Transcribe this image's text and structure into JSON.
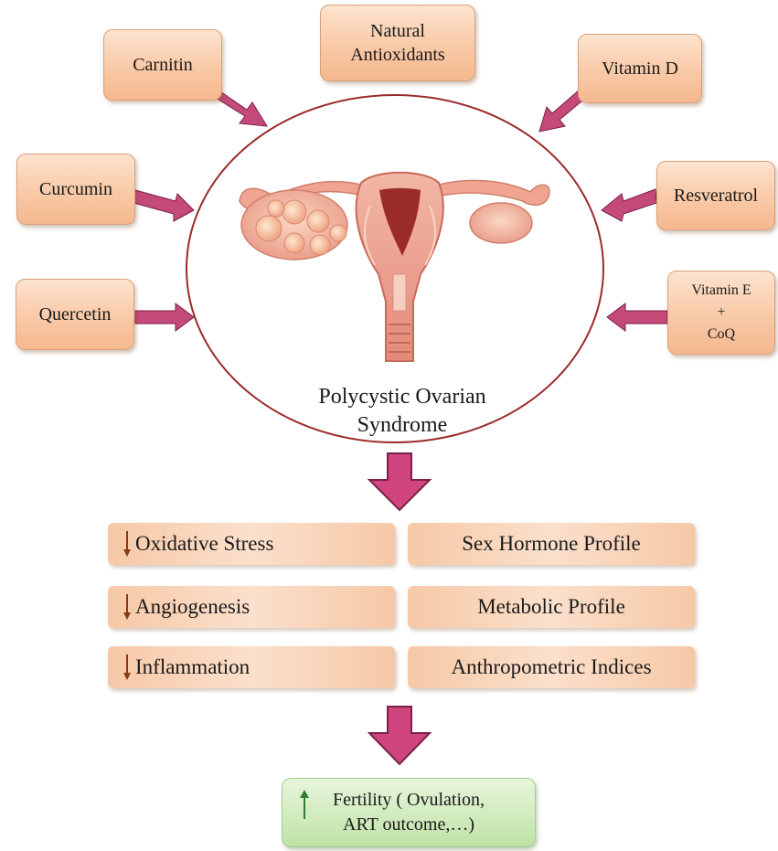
{
  "center": {
    "line1": "Polycystic Ovarian",
    "line2": "Syndrome"
  },
  "antioxidants": {
    "top": {
      "line1": "Natural",
      "line2": "Antioxidants"
    },
    "carnitin": "Carnitin",
    "vitamin_d": "Vitamin D",
    "curcumin": "Curcumin",
    "resveratrol": "Resveratrol",
    "quercetin": "Quercetin",
    "vitamin_e": {
      "line1": "Vitamin E",
      "line2": "+",
      "line3": "CoQ"
    }
  },
  "outcomes": {
    "left": [
      "Oxidative Stress",
      "Angiogenesis",
      "Inflammation"
    ],
    "right": [
      "Sex Hormone Profile",
      "Metabolic Profile",
      "Anthropometric Indices"
    ]
  },
  "fertility": {
    "line1": "Fertility ( Ovulation,",
    "line2": "ART outcome,…)"
  },
  "colors": {
    "box_fill": "#f9c9a6",
    "arrow": "#c44a7a",
    "circle": "#9c2a2a",
    "down_arrow": "#8b3a12",
    "up_arrow": "#2e7d32",
    "fertility_fill": "#c9e8b4"
  }
}
